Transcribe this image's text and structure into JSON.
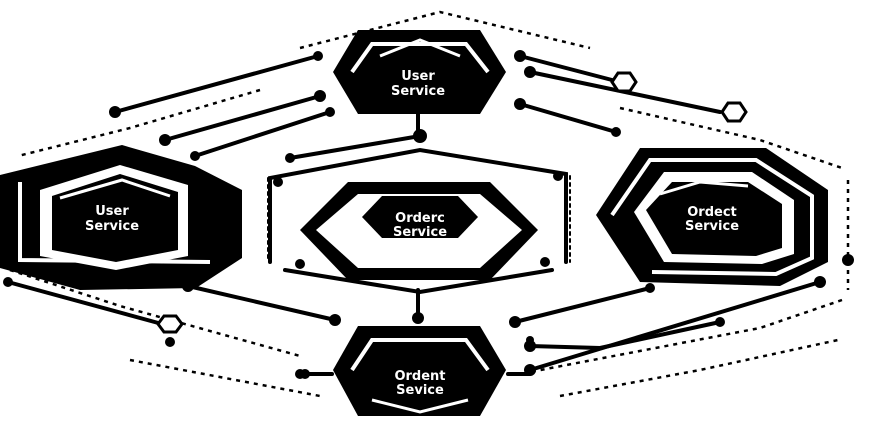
{
  "colors": {
    "ink": "#000000",
    "paper": "#ffffff"
  },
  "nodes": {
    "top": {
      "line1": "User",
      "line2": "Service"
    },
    "left": {
      "line1": "User",
      "line2": "Service"
    },
    "center": {
      "line1": "Orderc",
      "line2": "Service"
    },
    "right": {
      "line1": "Ordect",
      "line2": "Service"
    },
    "bottom": {
      "line1": "Ordent",
      "line2": "Sevice"
    }
  }
}
